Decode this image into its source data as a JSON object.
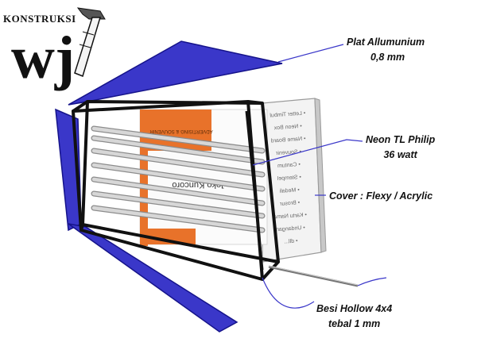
{
  "logo": {
    "brand": "KONSTRUKSI",
    "monogram": "wj"
  },
  "labels": {
    "plat_line1": "Plat Allumunium",
    "plat_line2": "0,8 mm",
    "neon_line1": "Neon TL Philip",
    "neon_line2": "36 watt",
    "cover": "Cover : Flexy / Acrylic",
    "besi_line1": "Besi Hollow 4x4",
    "besi_line2": "tebal 1 mm"
  },
  "card": {
    "name": "Joko Kuncoro",
    "subtitle": "ADVERTISING & SOUVENIR",
    "list": [
      "Letter Timbul",
      "Neon Box",
      "Name Board",
      "Souvenir",
      "Cantum",
      "Stempel",
      "Medali",
      "Brosur",
      "Kartu Nama",
      "Undangan",
      "dll..."
    ]
  },
  "colors": {
    "frame_blue": "#3a37c9",
    "card_orange": "#e8722a",
    "tube_gray": "#d7d7d7"
  }
}
